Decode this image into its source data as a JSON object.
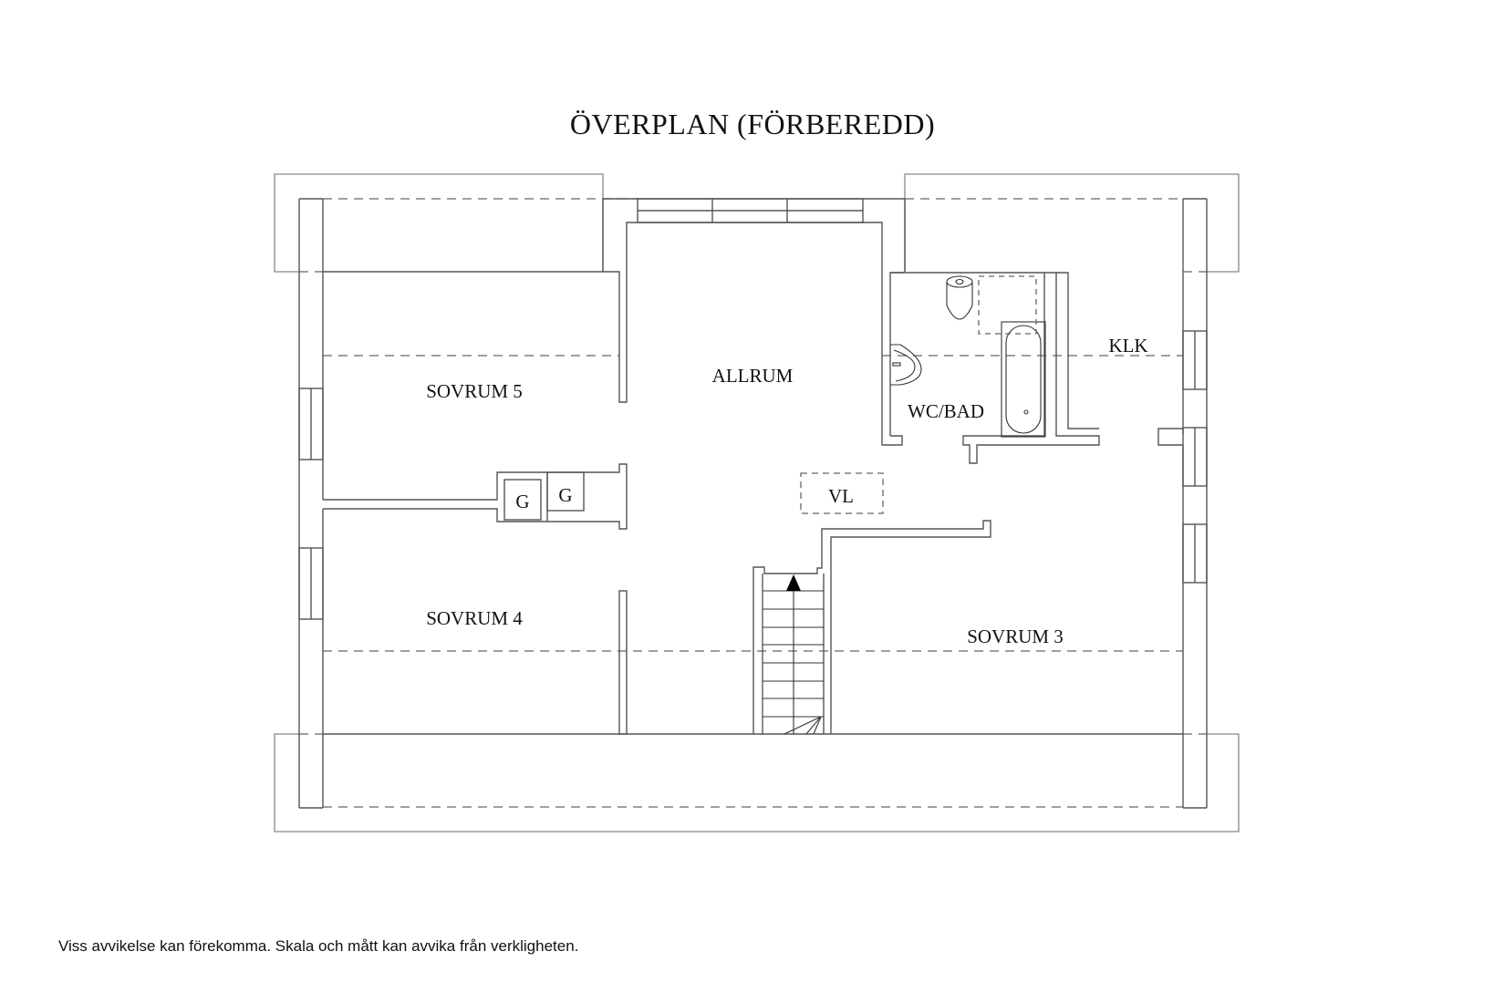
{
  "title": "ÖVERPLAN (FÖRBEREDD)",
  "footer": "Viss avvikelse kan förekomma. Skala och mått kan avvika från verkligheten.",
  "rooms": {
    "sovrum5": "SOVRUM 5",
    "sovrum4": "SOVRUM 4",
    "sovrum3": "SOVRUM 3",
    "allrum": "ALLRUM",
    "wcbad": "WC/BAD",
    "klk": "KLK",
    "vl": "VL",
    "g1": "G",
    "g2": "G"
  },
  "colors": {
    "wall": "#555555",
    "roof_outline": "#888888",
    "text": "#111111",
    "background": "#ffffff"
  }
}
